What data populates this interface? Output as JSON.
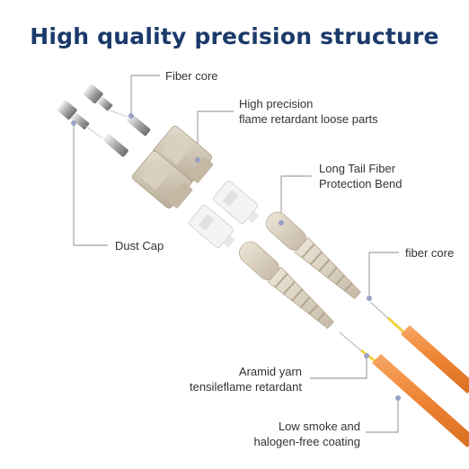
{
  "title": "High quality precision structure",
  "labels": {
    "fiber_core_top": "Fiber core",
    "loose_parts_line1": "High precision",
    "loose_parts_line2": "flame retardant loose parts",
    "long_tail_line1": "Long Tail Fiber",
    "long_tail_line2": "Protection Bend",
    "dust_cap": "Dust Cap",
    "fiber_core_right": "fiber core",
    "aramid_line1": "Aramid yarn",
    "aramid_line2": "tensileflame retardant",
    "coating_line1": "Low smoke and",
    "coating_line2": "halogen-free coating"
  },
  "colors": {
    "title": "#1b3a6b",
    "connector_beige": "#cfc4b2",
    "boot_beige": "#ddd3c1",
    "cable_orange": "#f0883a",
    "aramid_yellow": "#f3d23a",
    "marker_dot": "#9aa0c8",
    "callout_line": "#888888"
  }
}
